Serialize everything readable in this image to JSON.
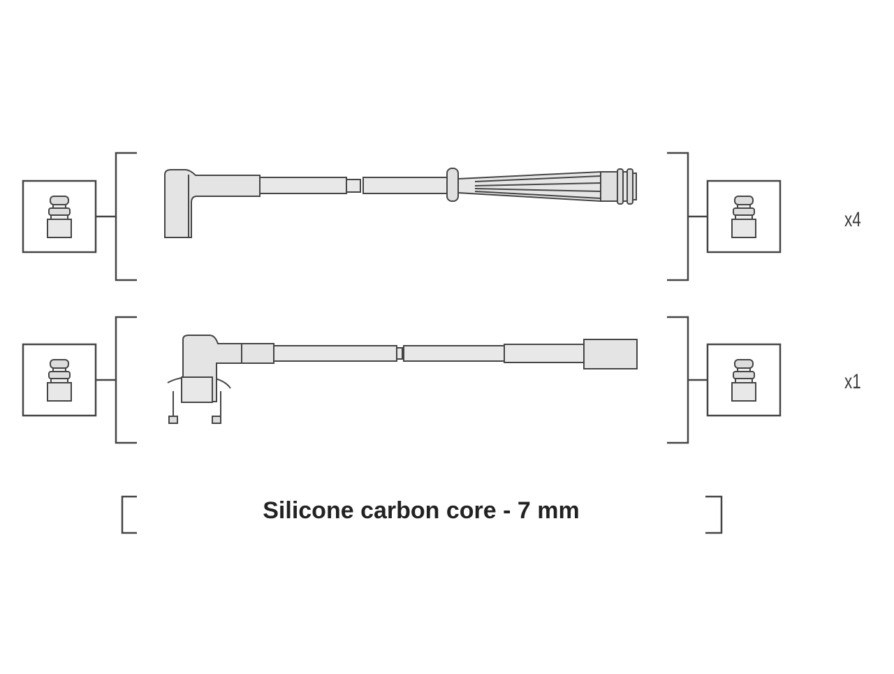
{
  "quantities": {
    "upper_set": "x4",
    "lower_set": "x1"
  },
  "caption": "Silicone carbon core - 7 mm",
  "colors": {
    "line": "#444444",
    "fill": "#e6e6e6",
    "background": "#ffffff"
  }
}
